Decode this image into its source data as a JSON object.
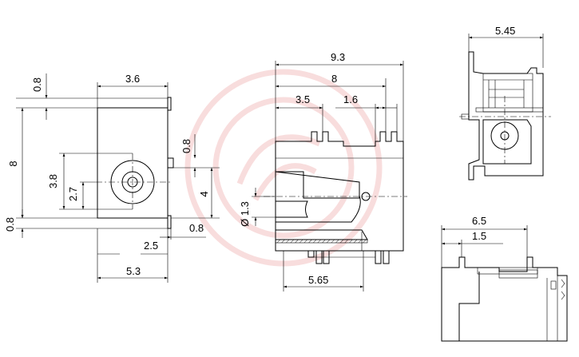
{
  "watermark": {
    "color": "#e05050"
  },
  "front_view": {
    "width_top": "3.6",
    "height_total": "8",
    "top_offset": "0.8",
    "bottom_offset": "0.8",
    "jack_height": "3.8",
    "center_height": "2.7",
    "pin_offset": "0.8",
    "pin_span": "4",
    "pin_gap": "0.8",
    "pin_pos": "2.5",
    "width_bottom": "5.3"
  },
  "side_view": {
    "length_total": "9.3",
    "length_body": "8",
    "tab_pos": "3.5",
    "tab_width": "1.6",
    "bore_dia": "Ø 1.3",
    "bottom_tab_pos": "5.65"
  },
  "rear_view": {
    "width": "5.45"
  },
  "bottom_view": {
    "width": "6.5",
    "pin_offset": "1.5"
  }
}
